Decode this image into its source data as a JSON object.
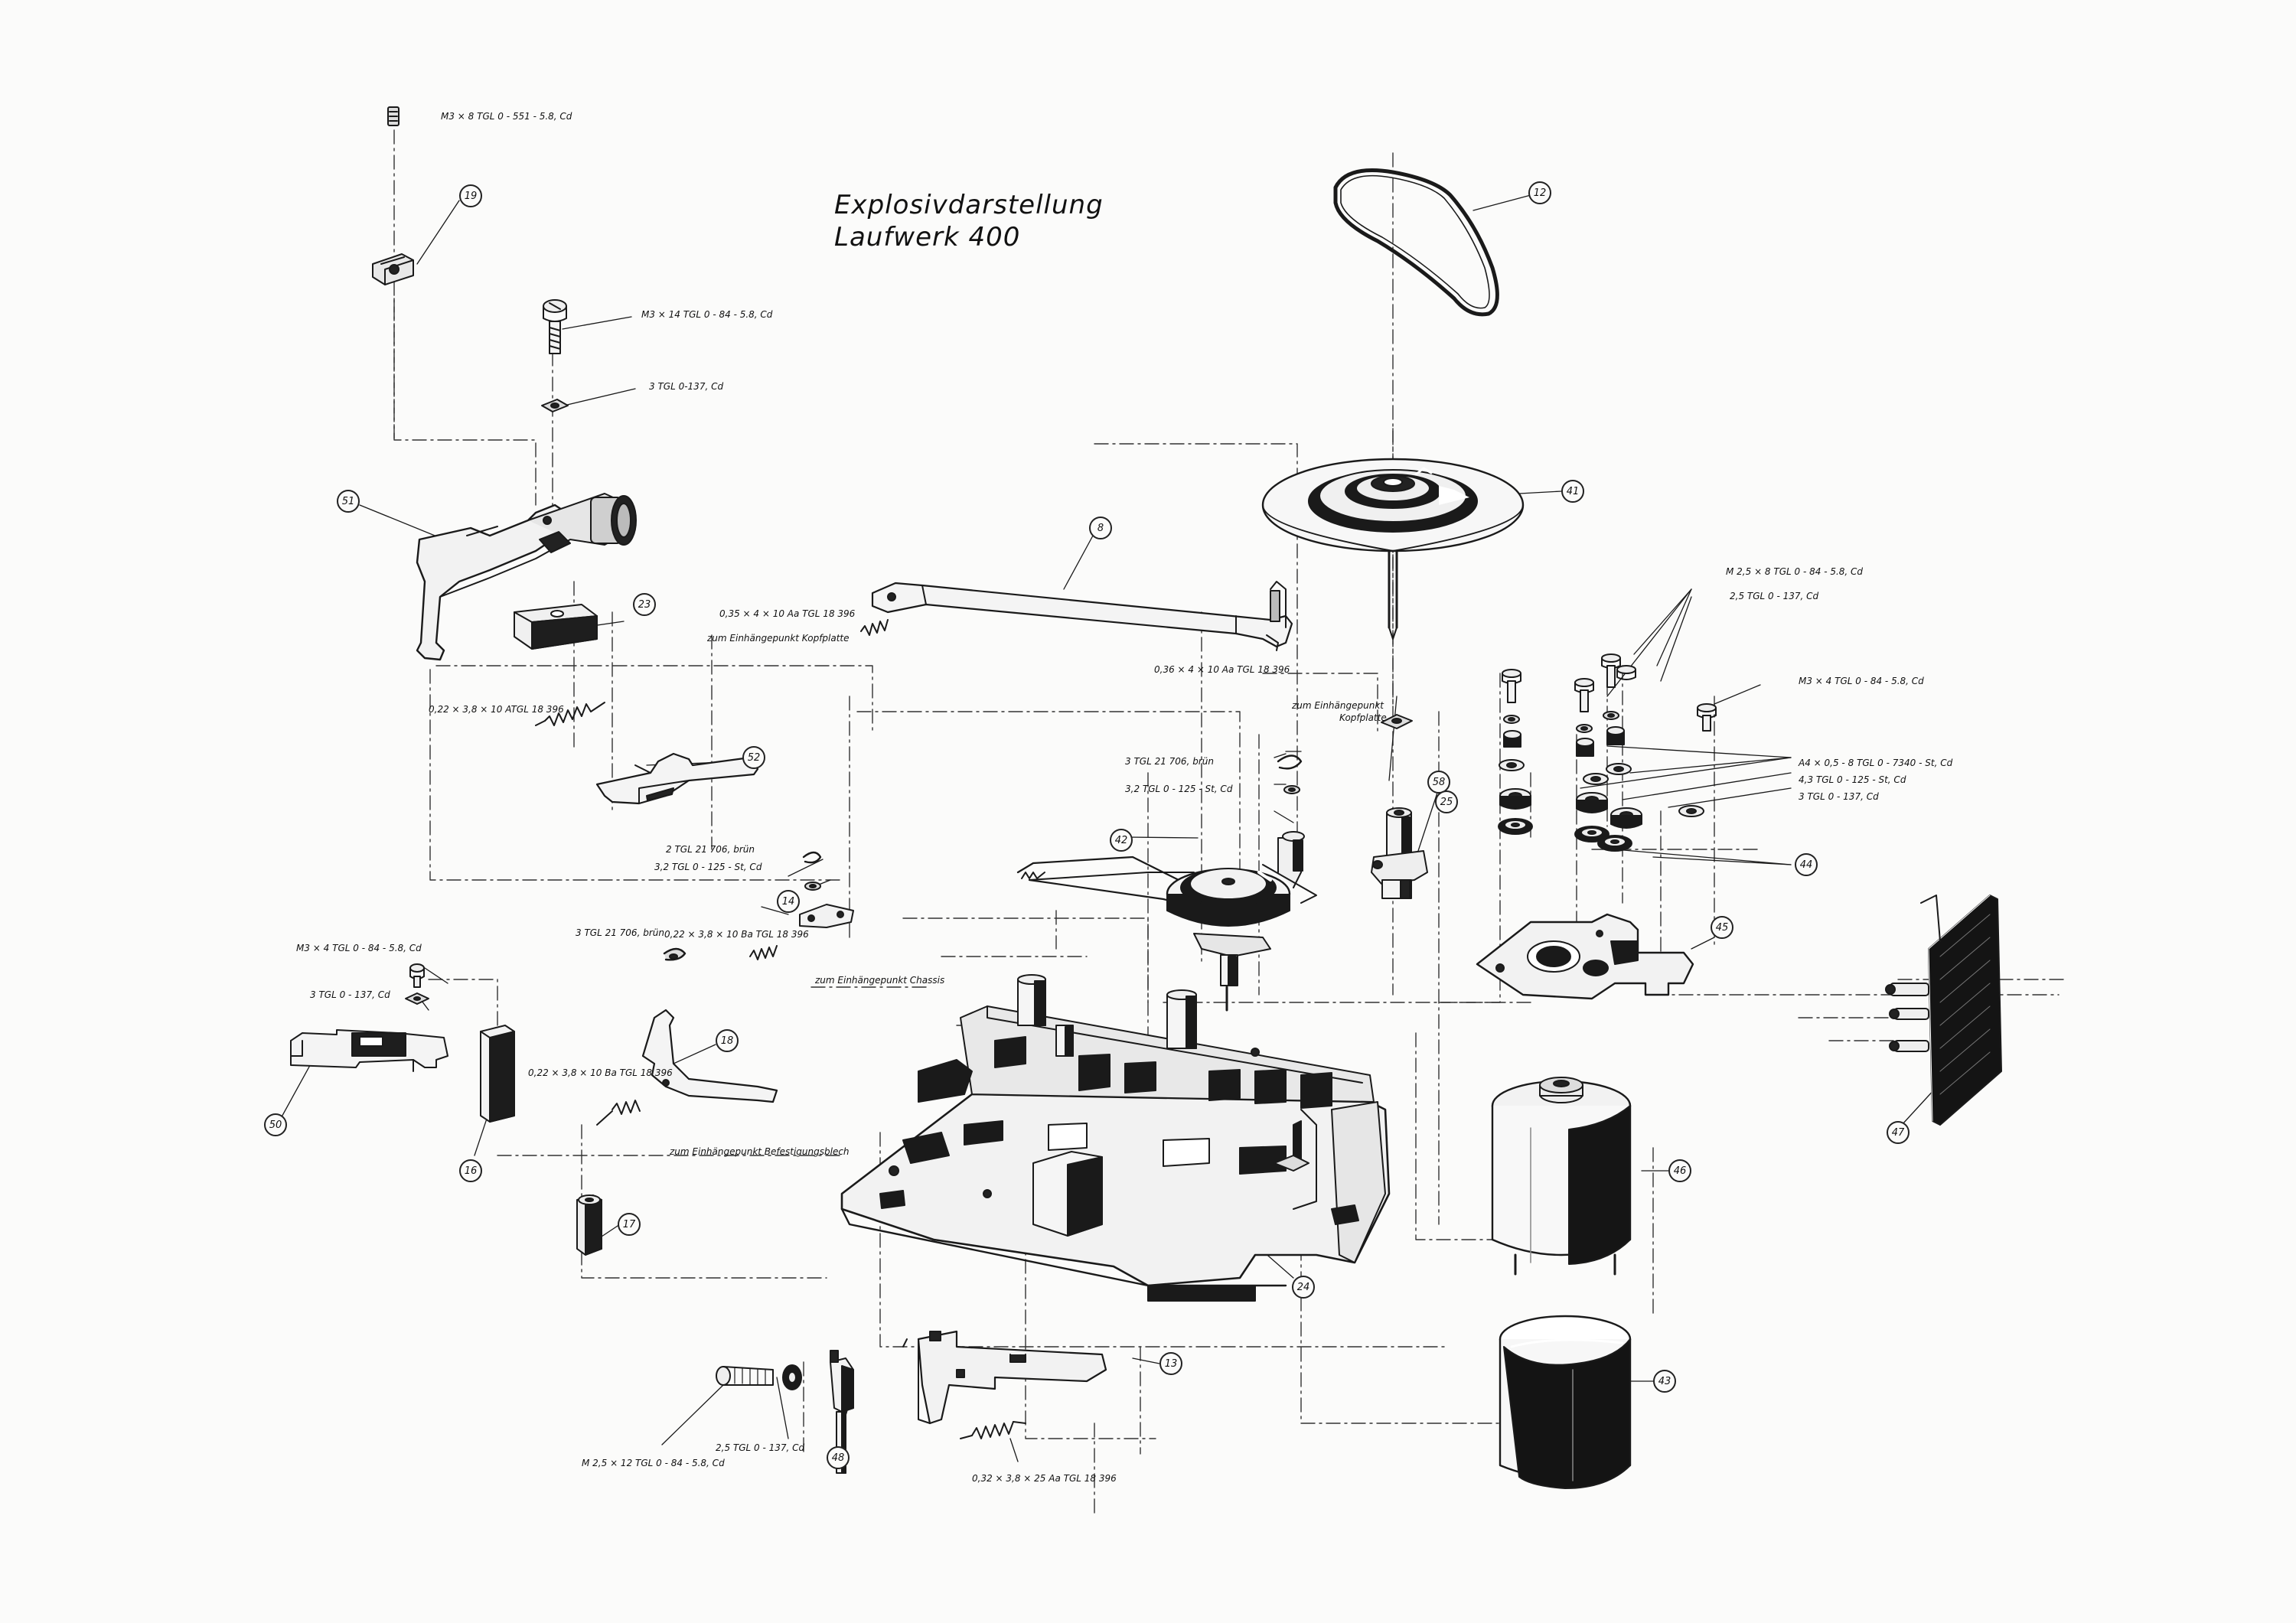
{
  "title": {
    "line1": "Explosivdarstellung",
    "line2": "Laufwerk 400"
  },
  "callouts": {
    "c19": "19",
    "c12": "12",
    "c41": "41",
    "c51": "51",
    "c8": "8",
    "c23": "23",
    "c52": "52",
    "c58": "58",
    "c25": "25",
    "c42": "42",
    "c14": "14",
    "c45": "45",
    "c44": "44",
    "c50": "50",
    "c18": "18",
    "c16": "16",
    "c17": "17",
    "c47": "47",
    "c46": "46",
    "c24": "24",
    "c13": "13",
    "c48": "48",
    "c43": "43"
  },
  "specs": {
    "m3x8": "M3 × 8 TGL 0 - 551 - 5.8, Cd",
    "m3x14": "M3 × 14 TGL 0 - 84 - 5.8, Cd",
    "w3": "3 TGL 0-137, Cd",
    "spring035": "0,35 × 4 × 10 Aa TGL 18 396",
    "kopfplatte1": "zum Einhängepunkt Kopfplatte",
    "spring036": "0,36 × 4 × 10 Aa TGL 18 396",
    "kopfplatte2a": "zum Einhängepunkt",
    "kopfplatte2b": "Kopfplatte",
    "spring022": "0,22 × 3,8 × 10 ATGL 18 396",
    "m25x8": "M 2,5 × 8 TGL 0 - 84 - 5.8, Cd",
    "w25": "2,5 TGL 0 - 137, Cd",
    "m3x4r": "M3 × 4 TGL 0 - 84 - 5.8, Cd",
    "a4": "A4 × 0,5 - 8 TGL 0 - 7340 - St, Cd",
    "w43": "4,3 TGL 0 - 125 - St, Cd",
    "w3r": "3 TGL 0 - 137, Cd",
    "clip3": "3 TGL 21 706, brün",
    "w32": "3,2 TGL 0 - 125 - St, Cd",
    "clip2": "2 TGL 21 706, brün",
    "w32b": "3,2 TGL 0 - 125 - St, Cd",
    "clip3b": "3 TGL 21 706, brün",
    "spring022b": "0,22 × 3,8 × 10 Ba TGL 18 396",
    "chassis": "zum Einhängepunkt Chassis",
    "m3x4l": "M3 × 4 TGL 0 - 84 - 5.8, Cd",
    "w3l": "3 TGL 0 - 137, Cd",
    "spring022c": "0,22 × 3,8 × 10 Ba TGL 18 396",
    "befestigung": "zum Einhängepunkt Befestigungsblech",
    "m25x12": "M 2,5 × 12 TGL 0 - 84 - 5.8, Cd",
    "w25b": "2,5 TGL 0 - 137, Cd",
    "spring032": "0,32 × 3,8 × 25 Aa TGL 18 396"
  }
}
